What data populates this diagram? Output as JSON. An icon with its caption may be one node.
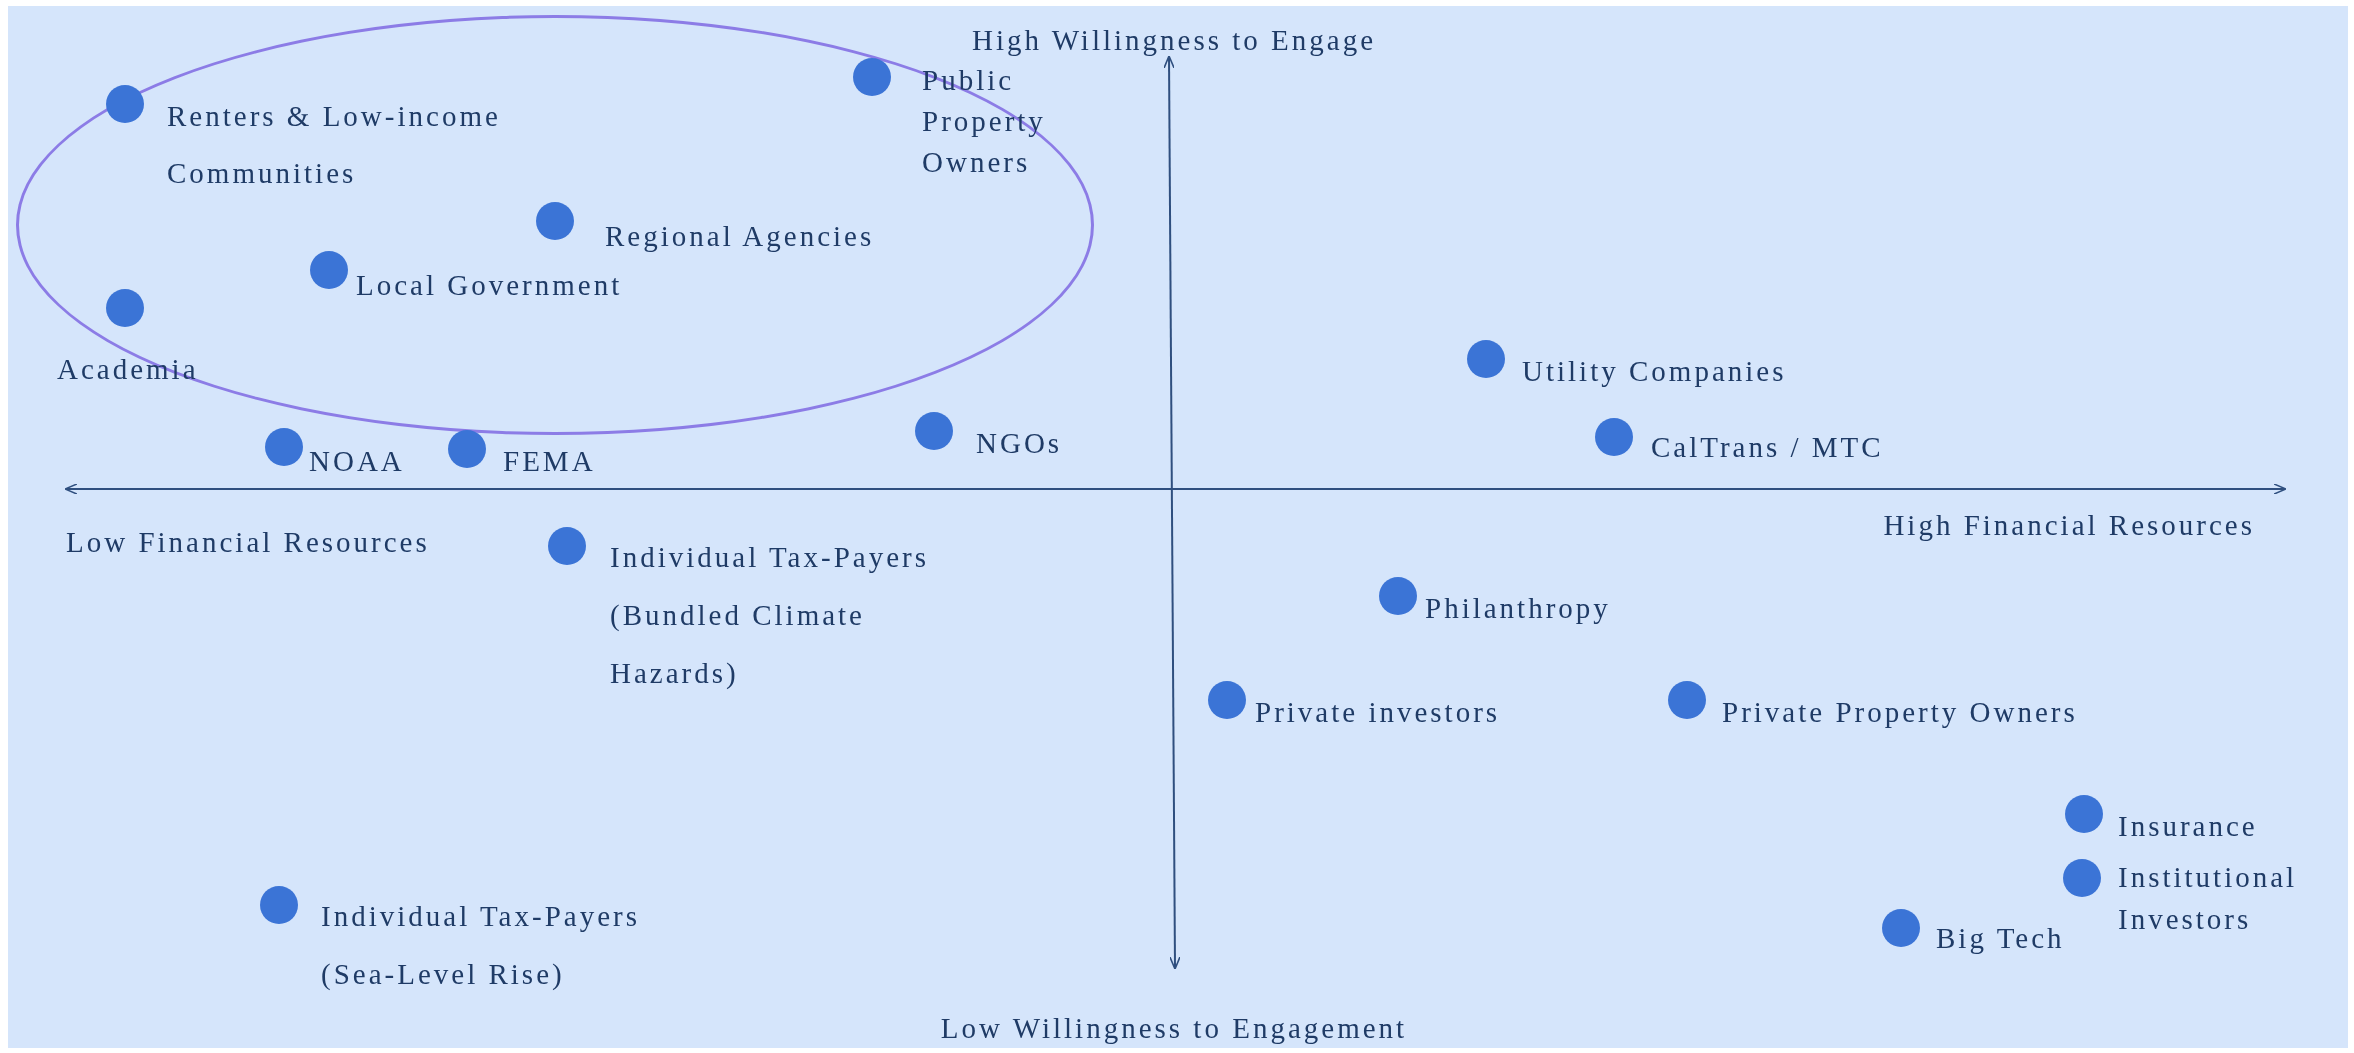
{
  "diagram": {
    "nodes": [
      {
        "text": [],
        "shape": "ellipse"
      },
      {
        "text": [],
        "shape": "circle",
        "in": 0,
        "beside": [
          "Public Property Owners"
        ]
      },
      {
        "text": [],
        "shape": "circle",
        "in": 0,
        "beside": [
          "Renters & Low-income Communities"
        ]
      },
      {
        "text": [],
        "shape": "circle",
        "in": 0,
        "beside": [
          "Regional Agencies"
        ]
      },
      {
        "text": [],
        "shape": "circle",
        "in": 0,
        "beside": [
          "Local Government"
        ]
      },
      {
        "text": [],
        "shape": "circle",
        "in": 0,
        "beside": [
          "Academia"
        ]
      },
      {
        "text": [],
        "shape": "circle",
        "beside": [
          "Utility Companies"
        ]
      },
      {
        "text": [],
        "shape": "circle",
        "beside": [
          "NOAA"
        ]
      },
      {
        "text": [],
        "shape": "circle",
        "beside": [
          "FEMA"
        ]
      },
      {
        "text": [],
        "shape": "circle",
        "beside": [
          "NGOs"
        ]
      },
      {
        "text": [],
        "shape": "circle",
        "beside": [
          "CalTrans / MTC"
        ]
      },
      {
        "text": [],
        "shape": "circle",
        "beside": [
          "Individual Tax-Payers (Bundled Climate Hazards)"
        ]
      },
      {
        "text": [],
        "shape": "circle",
        "beside": [
          "Philanthropy"
        ]
      },
      {
        "text": [],
        "shape": "circle",
        "beside": [
          "Private investors"
        ]
      },
      {
        "text": [],
        "shape": "circle",
        "beside": [
          "Private Property Owners"
        ]
      },
      {
        "text": [],
        "shape": "circle",
        "beside": [
          "Insurance"
        ]
      },
      {
        "text": [],
        "shape": "circle",
        "beside": [
          "Institutional Investors"
        ]
      },
      {
        "text": [],
        "shape": "circle",
        "beside": [
          "Big Tech"
        ]
      },
      {
        "text": [],
        "shape": "circle",
        "beside": [
          "Individual Tax-Payers (Sea-Level Rise)"
        ]
      }
    ],
    "edges": [],
    "labels": [
      "High Willingness to Engage",
      "Low Financial Resources",
      "High Financial Resources",
      "Low Willingness to Engagement"
    ]
  }
}
